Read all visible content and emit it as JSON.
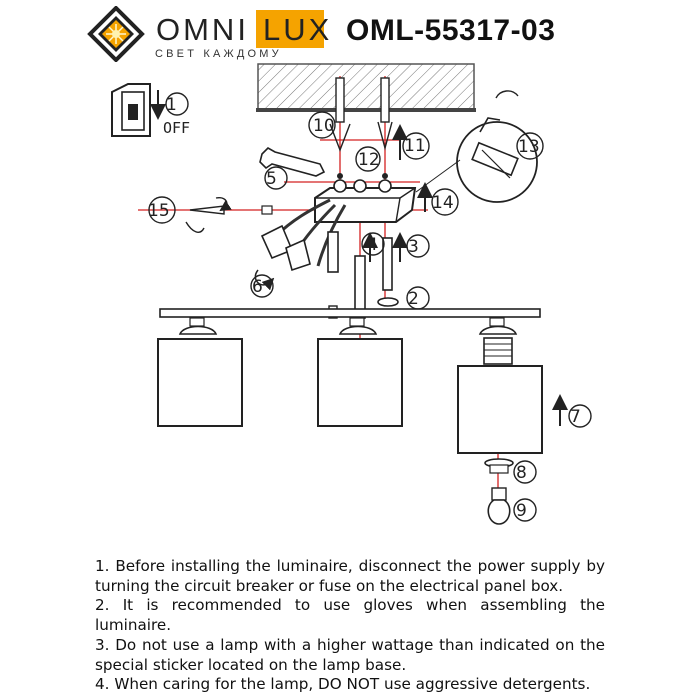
{
  "brand": {
    "name_left": "OMNI",
    "name_right": "LUX",
    "tagline": "СВЕТ КАЖДОМУ",
    "colors": {
      "accent": "#f5a300",
      "dark": "#222222",
      "guide_line": "#d42020"
    }
  },
  "model": "OML-55317-03",
  "diagram": {
    "switch_label": "OFF",
    "steps": [
      "1",
      "2",
      "3",
      "4",
      "5",
      "6",
      "7",
      "8",
      "9",
      "10",
      "11",
      "12",
      "13",
      "14",
      "15"
    ]
  },
  "notes": [
    "1. Before installing the luminaire, disconnect the power supply by turning the circuit breaker or fuse on the electrical panel box.",
    "2. It is recommended to use gloves when assembling the luminaire.",
    "3. Do not use a lamp with a higher wattage than indicated on the special sticker located on the lamp base.",
    "4. When caring for the lamp, DO NOT use aggressive detergents."
  ]
}
